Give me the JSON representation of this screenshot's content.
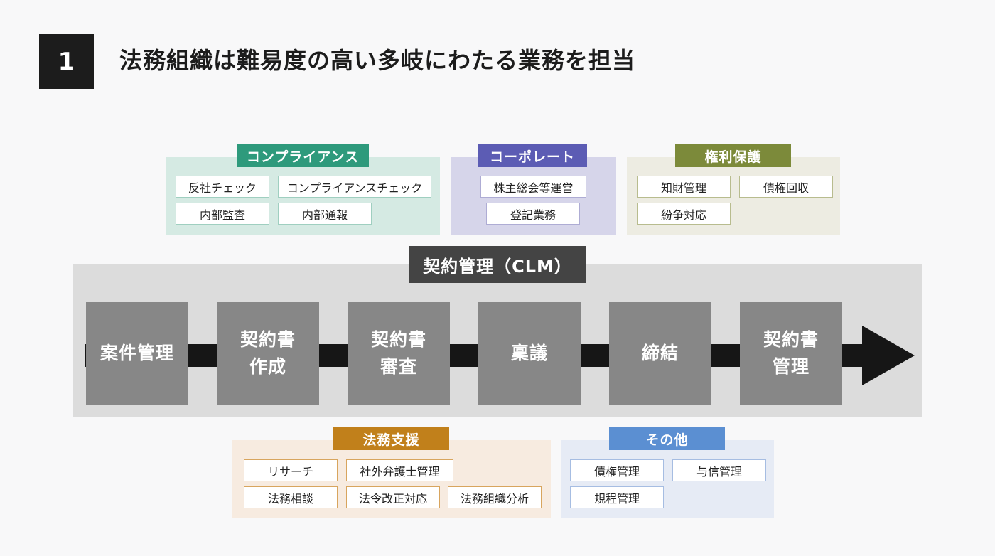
{
  "header": {
    "number": "1",
    "title": "法務組織は難易度の高い多岐にわたる業務を担当"
  },
  "compliance": {
    "label": "コンプライアンス",
    "color": "#2e9a7c",
    "tags": [
      "反社チェック",
      "コンプライアンスチェック",
      "内部監査",
      "内部通報"
    ]
  },
  "corporate": {
    "label": "コーポレート",
    "color": "#5c5cb4",
    "tags": [
      "株主総会等運営",
      "登記業務"
    ]
  },
  "rights": {
    "label": "権利保護",
    "color": "#7c8a3a",
    "tags": [
      "知財管理",
      "債権回収",
      "紛争対応"
    ]
  },
  "clm": {
    "label": "契約管理（CLM）",
    "steps": [
      {
        "line1": "案件管理",
        "line2": ""
      },
      {
        "line1": "契約書",
        "line2": "作成"
      },
      {
        "line1": "契約書",
        "line2": "審査"
      },
      {
        "line1": "稟議",
        "line2": ""
      },
      {
        "line1": "締結",
        "line2": ""
      },
      {
        "line1": "契約書",
        "line2": "管理"
      }
    ]
  },
  "legal_support": {
    "label": "法務支援",
    "color": "#c1801b",
    "tags": [
      "リサーチ",
      "社外弁護士管理",
      "法務相談",
      "法令改正対応",
      "法務組織分析"
    ]
  },
  "other": {
    "label": "その他",
    "color": "#5b8fd2",
    "tags": [
      "債権管理",
      "与信管理",
      "規程管理"
    ]
  }
}
